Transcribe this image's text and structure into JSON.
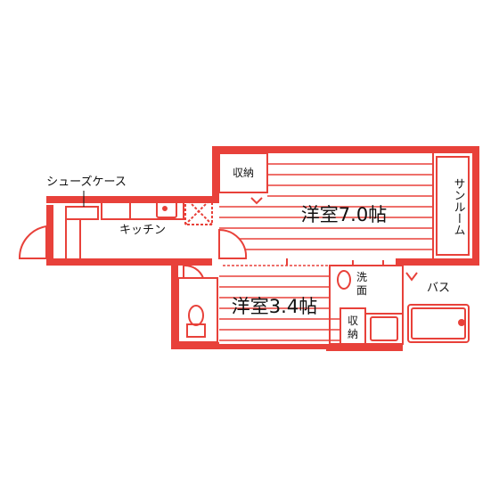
{
  "colors": {
    "wall": "#e8413a",
    "floor_line": "#e8413a",
    "background": "#ffffff",
    "text": "#111111"
  },
  "rooms": {
    "western_large": "洋室7.0帖",
    "western_small": "洋室3.4帖",
    "sunroom": "サンルーム",
    "kitchen": "キッチン",
    "bath": "バス",
    "shoe_case": "シューズケース",
    "storage": "収納",
    "washroom_top": "洗",
    "washroom_bottom": "面",
    "storage_vertical_top": "収",
    "storage_vertical_bottom": "納"
  }
}
